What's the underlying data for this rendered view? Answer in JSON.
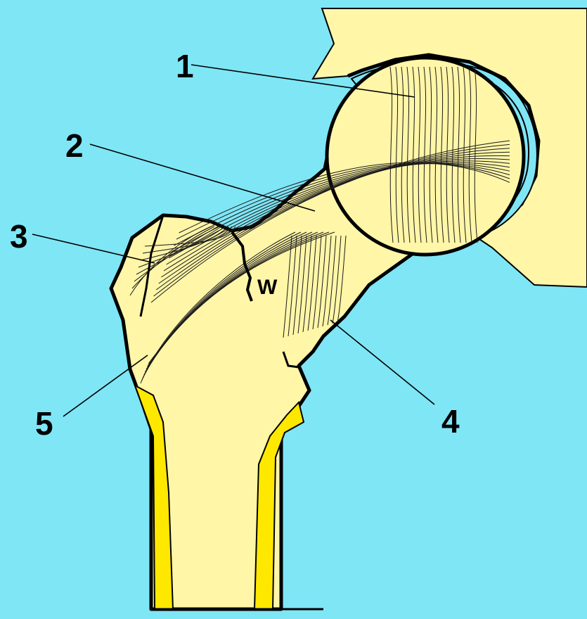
{
  "colors": {
    "background": "#7fe6f6",
    "bone": "#fff6a8",
    "cortex": "#ffe800",
    "cartilage": "#7fe6f6",
    "outline": "#000000"
  },
  "labels": {
    "l1": "1",
    "l2": "2",
    "l3": "3",
    "l4": "4",
    "l5": "5",
    "w": "W"
  }
}
